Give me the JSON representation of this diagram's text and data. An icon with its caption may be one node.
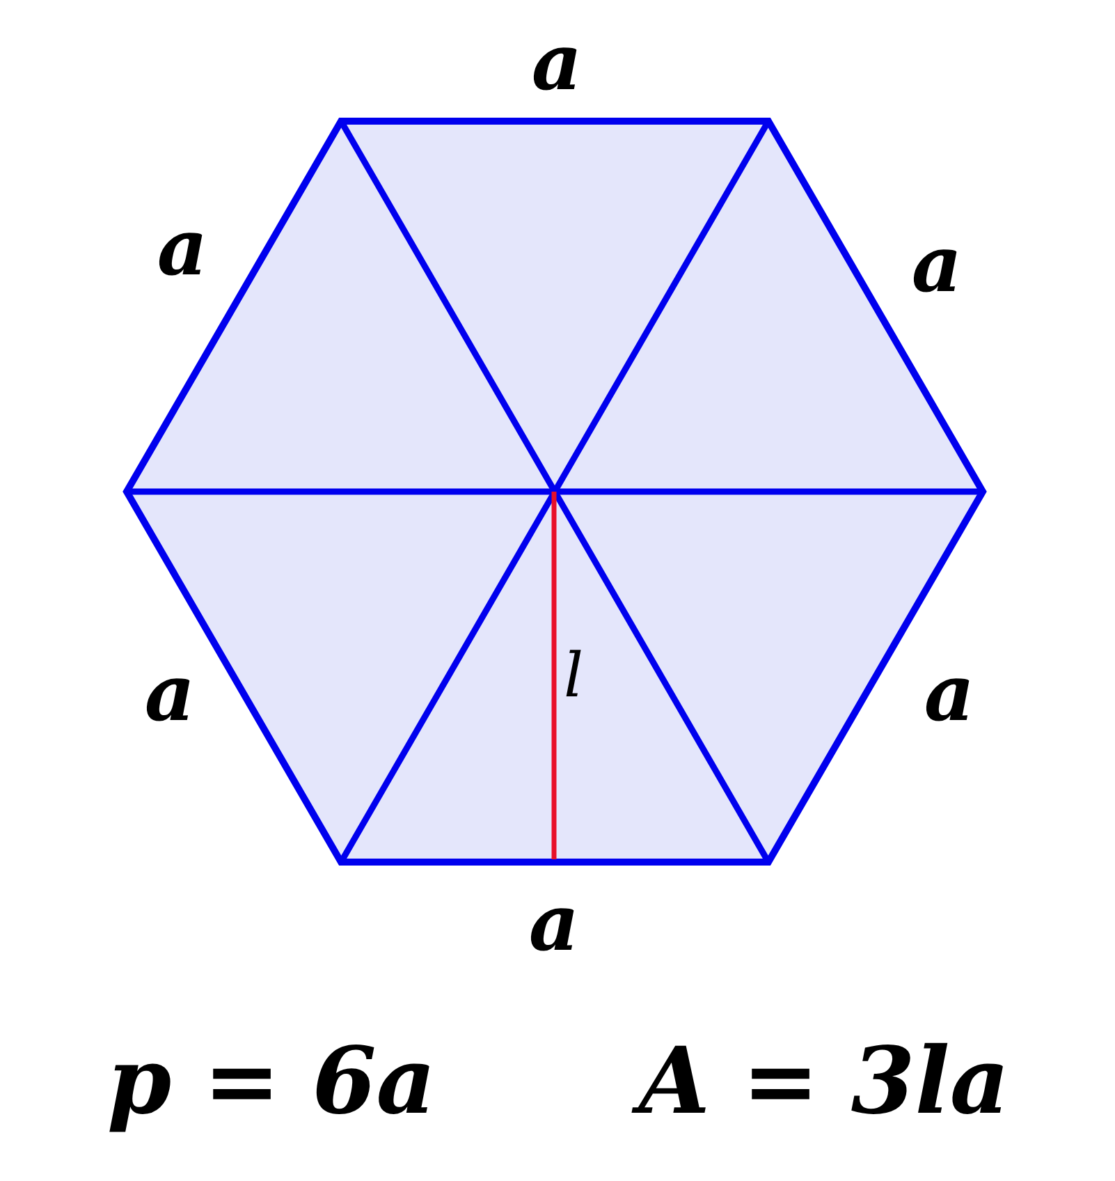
{
  "diagram": {
    "labels": [
      "a",
      "a",
      "a",
      "a",
      "a",
      "a",
      "l",
      "p = 6a",
      "A = 3la"
    ]
  }
}
